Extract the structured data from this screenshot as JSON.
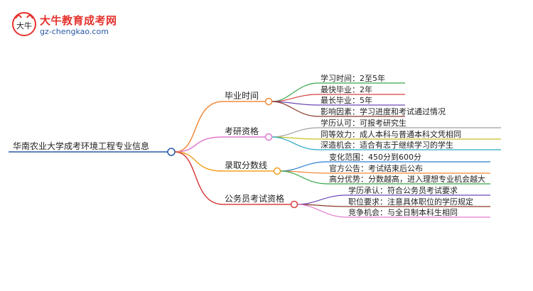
{
  "logo": {
    "title": "大牛教育成考网",
    "url": "gz-chengkao.com",
    "mark": "大牛"
  },
  "root": {
    "label": "华南农业大学成考环境工程专业信息"
  },
  "branches": [
    {
      "label": "毕业时间",
      "color": "#f08a3c",
      "leaves": [
        {
          "label": "学习时间：2至5年",
          "color": "#37a84a"
        },
        {
          "label": "最快毕业：2年",
          "color": "#d84040"
        },
        {
          "label": "最长毕业：5年",
          "color": "#6b4bb8"
        },
        {
          "label": "影响因素：学习进度和考试通过情况",
          "color": "#8a3a28"
        }
      ]
    },
    {
      "label": "考研资格",
      "color": "#e07ad0",
      "leaves": [
        {
          "label": "学历认可：可报考研究生",
          "color": "#a0a0a0"
        },
        {
          "label": "同等效力：成人本科与普通本科文凭相同",
          "color": "#c8c020"
        },
        {
          "label": "深造机会：适合有志于继续学习的学生",
          "color": "#2aa7c8"
        }
      ]
    },
    {
      "label": "录取分数线",
      "color": "#f0a020",
      "leaves": [
        {
          "label": "变化范围：450分到600分",
          "color": "#2a7fd0"
        },
        {
          "label": "官方公告：考试结束后公布",
          "color": "#f08a3c"
        },
        {
          "label": "高分优势：分数越高，进入理想专业机会越大",
          "color": "#37a84a"
        }
      ]
    },
    {
      "label": "公务员考试资格",
      "color": "#d84040",
      "leaves": [
        {
          "label": "学历承认：符合公务员考试要求",
          "color": "#6b4bb8"
        },
        {
          "label": "职位要求：注意具体职位的学历规定",
          "color": "#8a3a28"
        },
        {
          "label": "竞争机会：与全日制本科生相同",
          "color": "#e07ad0"
        }
      ]
    }
  ]
}
